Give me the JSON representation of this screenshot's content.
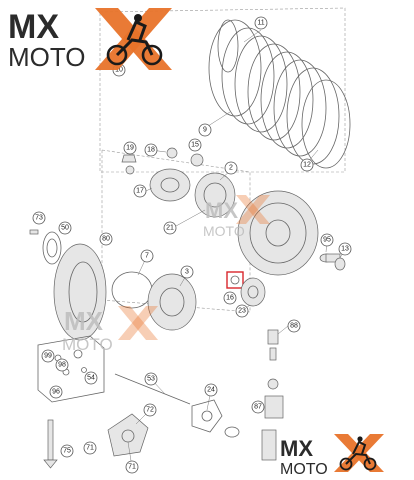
{
  "brand": {
    "mx": "MX",
    "moto": "MOTO",
    "accent_color": "#e8732a",
    "dark_color": "#2b2b2b",
    "watermark_color": "#bdbdbd",
    "highlight_color": "#d9262c"
  },
  "callouts": [
    "11",
    "10",
    "9",
    "12",
    "19",
    "18",
    "15",
    "2",
    "17",
    "21",
    "95",
    "13",
    "73",
    "50",
    "80",
    "7",
    "3",
    "16",
    "23",
    "88",
    "99",
    "98",
    "96",
    "54",
    "53",
    "24",
    "87",
    "72",
    "75",
    "71"
  ],
  "highlighted_part": "16"
}
